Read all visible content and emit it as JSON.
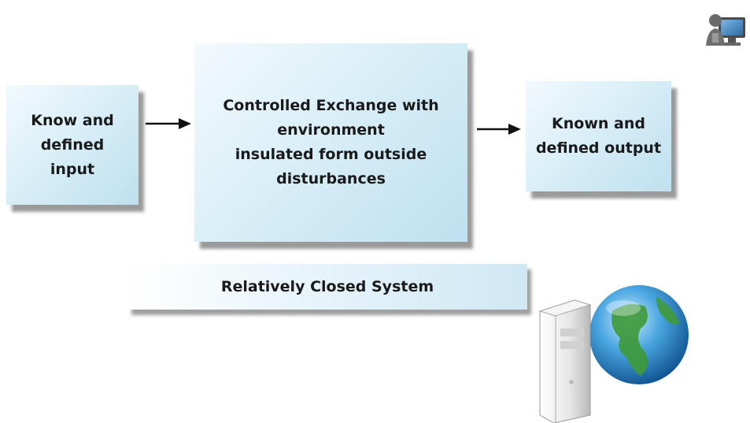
{
  "diagram": {
    "input_lines": [
      "Know and",
      "defined",
      "input"
    ],
    "process_lines": [
      "Controlled Exchange with",
      "environment",
      "insulated form outside",
      "disturbances"
    ],
    "output_lines": [
      "Known and",
      "defined output"
    ],
    "caption": "Relatively Closed System"
  },
  "colors": {
    "box_fill": "#d4ecf6",
    "shadow": "#7a7a7a",
    "arrow": "#111111",
    "text": "#1a1a1a"
  },
  "icons": [
    "computer-user-icon",
    "globe-server-icon"
  ]
}
